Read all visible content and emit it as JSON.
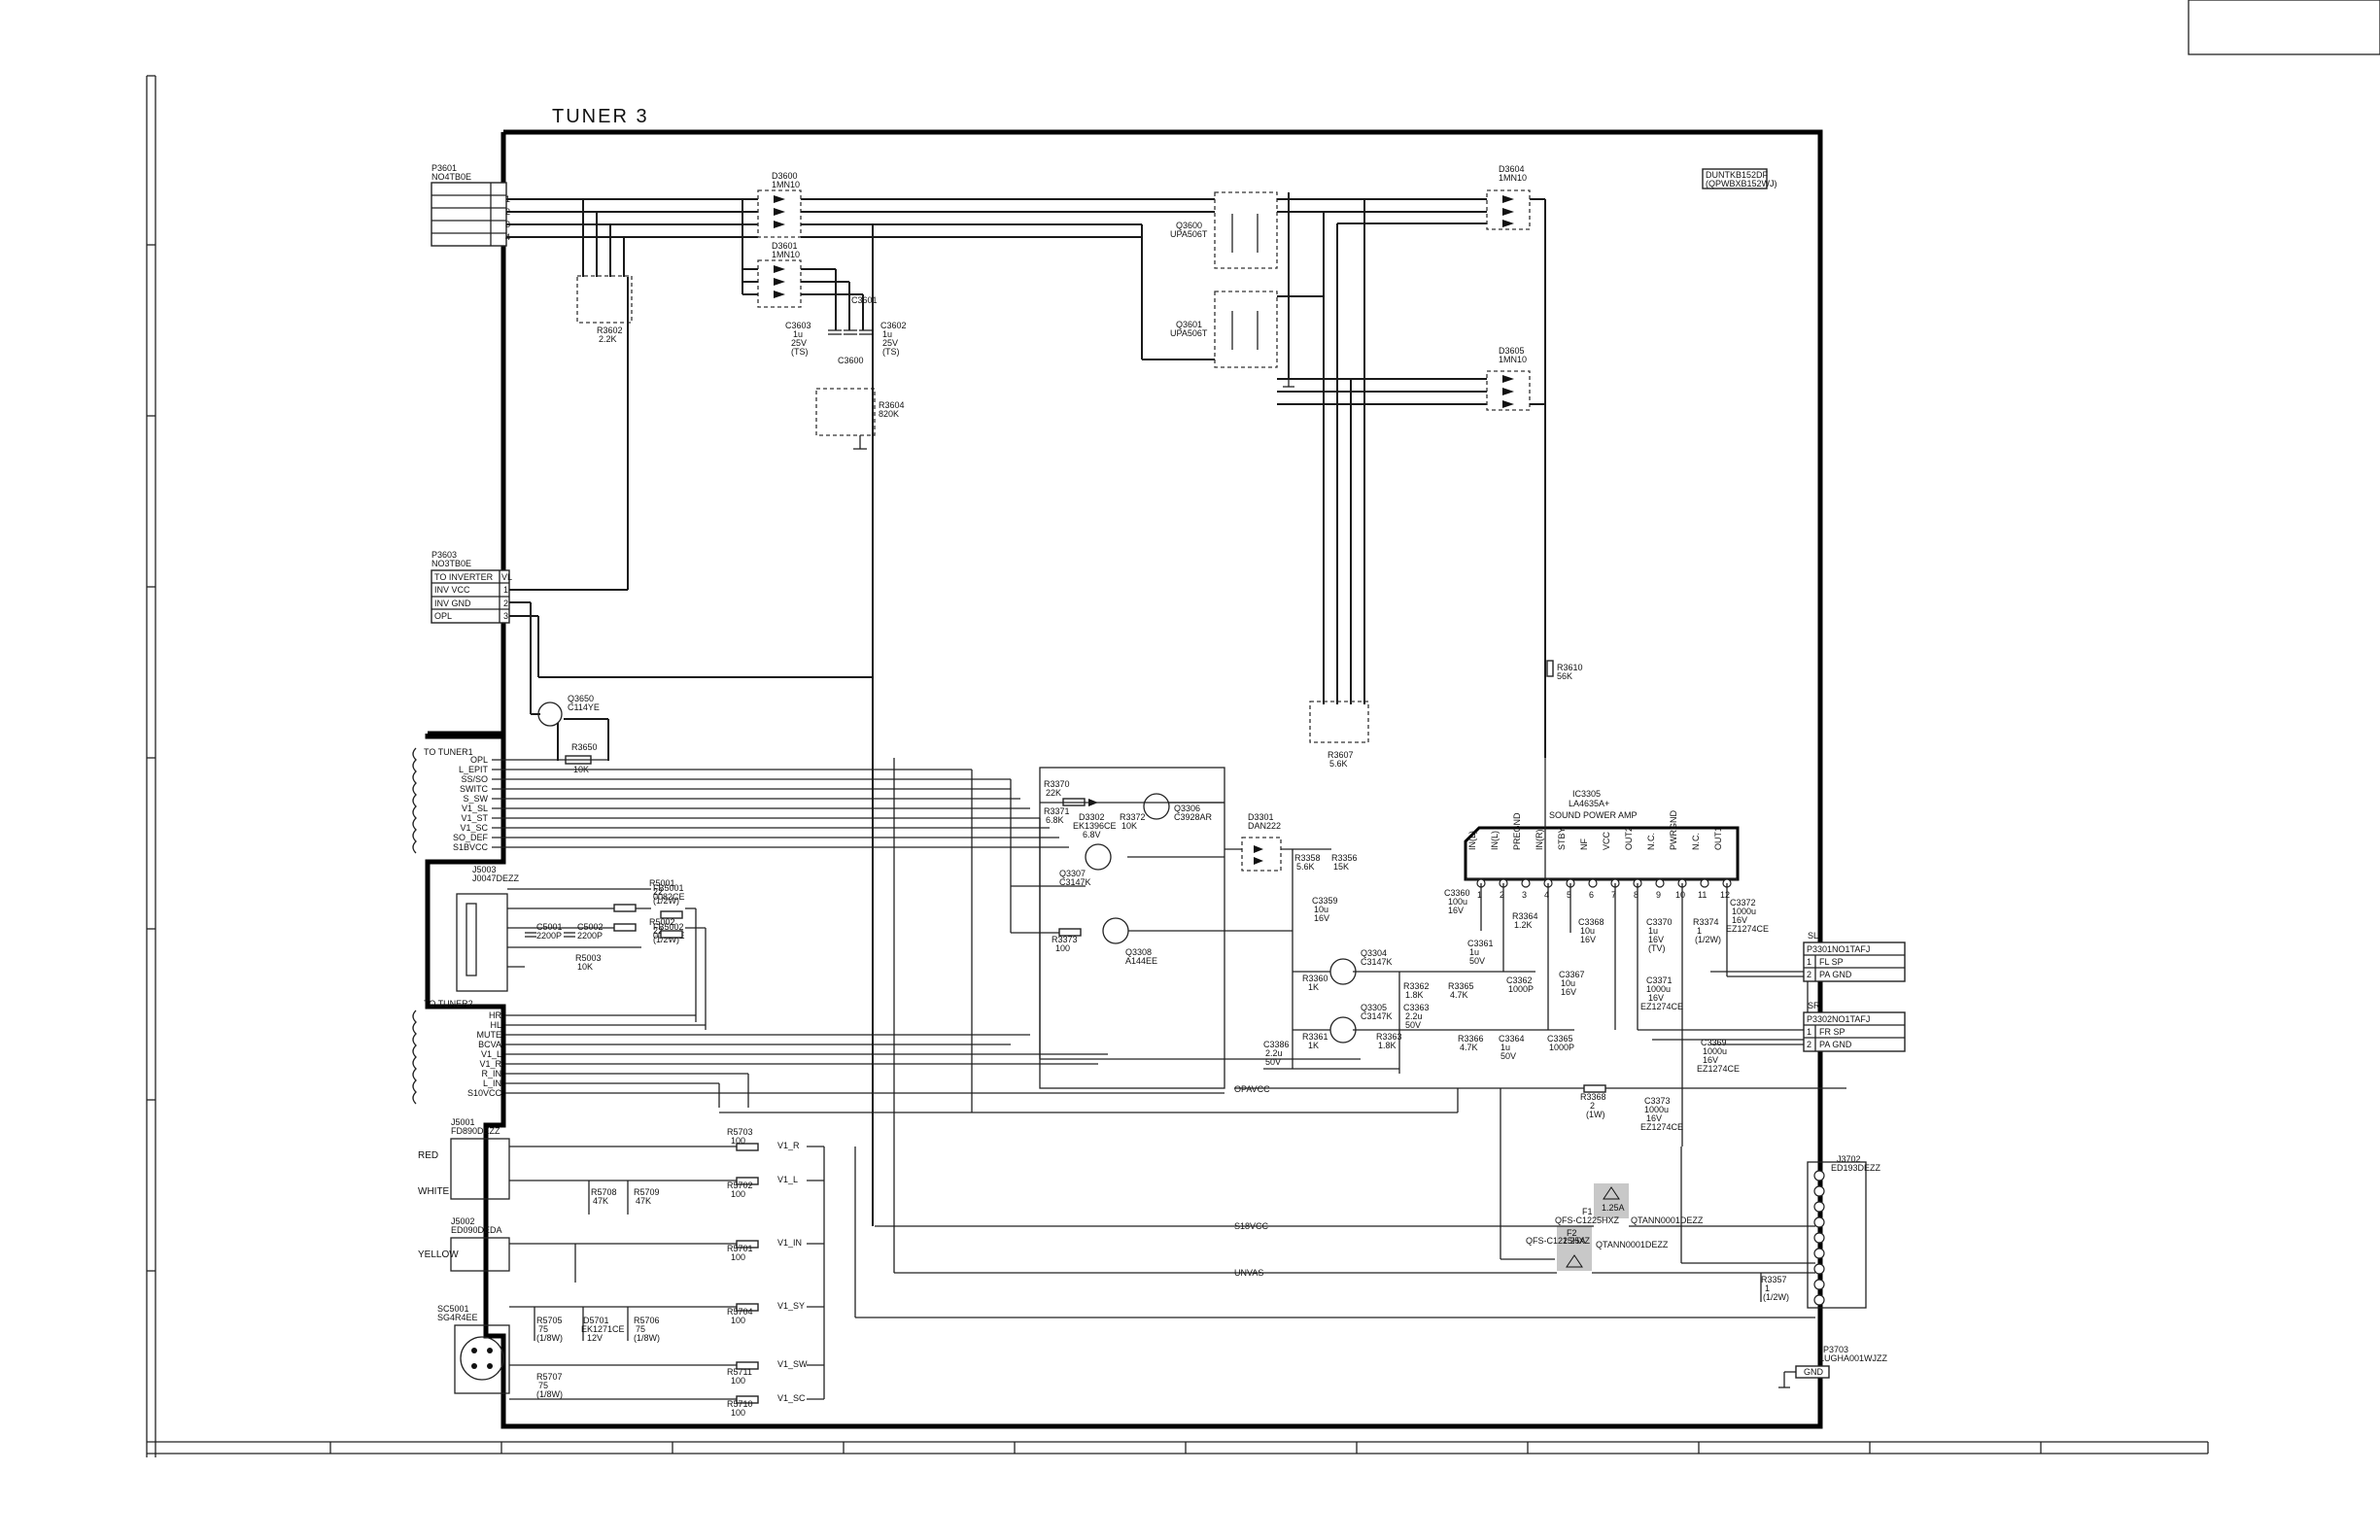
{
  "sheet": {
    "title": "TUNER 3",
    "pcb_label_1": "DUNTKB152DF",
    "pcb_label_2": "(QPWBXB152WJ)"
  },
  "connectors": {
    "p3601": {
      "ref": "P3601",
      "part": "NO4TB0E",
      "pins": [
        "1",
        "2",
        "3",
        "4"
      ]
    },
    "p3603": {
      "ref": "P3603",
      "part": "NO3TB0E",
      "rows": [
        {
          "label": "TO INVERTER",
          "pin": "VL"
        },
        {
          "label": "INV VCC",
          "pin": "1"
        },
        {
          "label": "INV GND",
          "pin": "2"
        },
        {
          "label": "OPL",
          "pin": "3"
        }
      ]
    },
    "p3301": {
      "ref": "P3301",
      "part": "NO1TAFJ",
      "side": "SL",
      "rows": [
        {
          "pin": "1",
          "label": "FL SP"
        },
        {
          "pin": "2",
          "label": "PA GND"
        }
      ]
    },
    "p3302": {
      "ref": "P3302",
      "part": "NO1TAFJ",
      "side": "SR",
      "rows": [
        {
          "pin": "1",
          "label": "FR SP"
        },
        {
          "pin": "2",
          "label": "PA GND"
        }
      ]
    },
    "j3702": {
      "ref": "J3702",
      "part": "ED193DEZZ"
    },
    "p3703": {
      "ref": "P3703",
      "part": "LUGHA001WJZZ",
      "label": "GND"
    },
    "j5001": {
      "ref": "J5001",
      "part": "FD890DEZZ"
    },
    "j5002": {
      "ref": "J5002",
      "part": "ED090DEDA"
    },
    "j5003": {
      "ref": "J5003",
      "part": "J0047DEZZ"
    },
    "sc5001": {
      "ref": "SC5001",
      "part": "SG4R4EE"
    }
  },
  "tuner1": {
    "title": "TO TUNER1",
    "signals": [
      "OPL",
      "L_EPIT",
      "SS/SO",
      "SWITC",
      "S_SW",
      "V1_SL",
      "V1_ST",
      "V1_SC",
      "SO_DEF",
      "S1BVCC"
    ]
  },
  "tuner2": {
    "title": "TO TUNER2",
    "signals": [
      "HR",
      "HL",
      "MUTE",
      "BCVA",
      "V1_L",
      "V1_R",
      "R_IN",
      "L_IN",
      "S10VCC"
    ]
  },
  "av_inputs": {
    "red": "RED",
    "white": "WHITE",
    "yellow": "YELLOW"
  },
  "parts": {
    "d3600": {
      "ref": "D3600",
      "val": "1MN10"
    },
    "d3601": {
      "ref": "D3601",
      "val": "1MN10"
    },
    "d3604": {
      "ref": "D3604",
      "val": "1MN10"
    },
    "d3605": {
      "ref": "D3605",
      "val": "1MN10"
    },
    "q3600": {
      "ref": "Q3600",
      "val": "UPA506T"
    },
    "q3601": {
      "ref": "Q3601",
      "val": "UPA506T"
    },
    "r3602": {
      "ref": "R3602",
      "val": "2.2K"
    },
    "r3604": {
      "ref": "R3604",
      "val": "820K"
    },
    "r3607": {
      "ref": "R3607",
      "val": "5.6K"
    },
    "r3610": {
      "ref": "R3610",
      "val": "56K"
    },
    "c3603": {
      "ref": "C3603",
      "v1": "1u",
      "v2": "25V",
      "v3": "(TS)"
    },
    "c3602": {
      "ref": "C3602",
      "v1": "1u",
      "v2": "25V",
      "v3": "(TS)"
    },
    "c3601": {
      "ref": "C3601"
    },
    "c3600": {
      "ref": "C3600"
    },
    "q3650": {
      "ref": "Q3650",
      "val": "C114YE"
    },
    "r3650": {
      "ref": "R3650",
      "val": "10K"
    },
    "r3370": {
      "ref": "R3370",
      "val": "22K"
    },
    "r3371": {
      "ref": "R3371",
      "val": "6.8K"
    },
    "d3302": {
      "ref": "D3302",
      "val": "EK1396CE",
      "v2": "6.8V"
    },
    "r3372": {
      "ref": "R3372",
      "val": "10K"
    },
    "q3306": {
      "ref": "Q3306",
      "val": "C3928AR"
    },
    "q3307": {
      "ref": "Q3307",
      "val": "C3147K"
    },
    "q3308": {
      "ref": "Q3308",
      "val": "A144EE"
    },
    "r3373": {
      "ref": "R3373",
      "val": "100"
    },
    "d3301": {
      "ref": "D3301",
      "val": "DAN222"
    },
    "r3358": {
      "ref": "R3358",
      "val": "5.6K"
    },
    "r3356": {
      "ref": "R3356",
      "val": "15K"
    },
    "c3359": {
      "ref": "C3359",
      "v1": "10u",
      "v2": "16V"
    },
    "q3304": {
      "ref": "Q3304",
      "val": "C3147K"
    },
    "q3305": {
      "ref": "Q3305",
      "val": "C3147K"
    },
    "r3360": {
      "ref": "R3360",
      "val": "1K"
    },
    "r3361": {
      "ref": "R3361",
      "val": "1K"
    },
    "r3362": {
      "ref": "R3362",
      "val": "1.8K"
    },
    "r3363": {
      "ref": "R3363",
      "val": "1.8K"
    },
    "r3365": {
      "ref": "R3365",
      "val": "4.7K"
    },
    "r3366": {
      "ref": "R3366",
      "val": "4.7K"
    },
    "c3363": {
      "ref": "C3363",
      "v1": "2.2u",
      "v2": "50V"
    },
    "c3361": {
      "ref": "C3361",
      "v1": "1u",
      "v2": "50V"
    },
    "c3362": {
      "ref": "C3362",
      "v1": "1000P"
    },
    "c3364": {
      "ref": "C3364",
      "v1": "1u",
      "v2": "50V"
    },
    "c3365": {
      "ref": "C3365",
      "v1": "1000P"
    },
    "c3386": {
      "ref": "C3386",
      "v1": "2.2u",
      "v2": "50V"
    },
    "c3360": {
      "ref": "C3360",
      "v1": "100u",
      "v2": "16V"
    },
    "r3364": {
      "ref": "R3364",
      "val": "1.2K"
    },
    "c3368": {
      "ref": "C3368",
      "v1": "10u",
      "v2": "16V"
    },
    "c3367": {
      "ref": "C3367",
      "v1": "10u",
      "v2": "16V"
    },
    "c3370": {
      "ref": "C3370",
      "v1": "1u",
      "v2": "16V",
      "v3": "(TV)"
    },
    "c3371": {
      "ref": "C3371",
      "v1": "1000u",
      "v2": "16V",
      "v3": "EZ1274CE"
    },
    "r3374": {
      "ref": "R3374",
      "val": "1",
      "v2": "(1/2W)"
    },
    "c3372": {
      "ref": "C3372",
      "v1": "1000u",
      "v2": "16V",
      "v3": "EZ1274CE"
    },
    "c3369": {
      "ref": "C3369",
      "v1": "1000u",
      "v2": "16V",
      "v3": "EZ1274CE"
    },
    "c3373": {
      "ref": "C3373",
      "v1": "1000u",
      "v2": "16V",
      "v3": "EZ1274CE"
    },
    "r3368": {
      "ref": "R3368",
      "val": "2",
      "v2": "(1W)"
    },
    "r3357": {
      "ref": "R3357",
      "val": "1",
      "v2": "(1/2W)"
    },
    "f1": {
      "ref": "F1",
      "val": "1.25A",
      "part": "QFS-C1225HXZ",
      "holder": "QTANN0001DEZZ"
    },
    "f2": {
      "ref": "F2",
      "val": "1.25A",
      "part": "QFS-C1225HXZ",
      "holder": "QTANN0001DEZZ"
    },
    "r5701": {
      "ref": "R5701",
      "val": "100"
    },
    "r5702": {
      "ref": "R5702",
      "val": "100"
    },
    "r5703": {
      "ref": "R5703",
      "val": "100"
    },
    "r5704": {
      "ref": "R5704",
      "val": "100"
    },
    "r5710": {
      "ref": "R5710",
      "val": "100"
    },
    "r5711": {
      "ref": "R5711",
      "val": "100"
    },
    "r5708": {
      "ref": "R5708",
      "val": "47K"
    },
    "r5709": {
      "ref": "R5709",
      "val": "47K"
    },
    "r5705": {
      "ref": "R5705",
      "val": "75",
      "v2": "(1/8W)"
    },
    "r5706": {
      "ref": "R5706",
      "val": "75",
      "v2": "(1/8W)"
    },
    "r5707": {
      "ref": "R5707",
      "val": "75",
      "v2": "(1/8W)"
    },
    "d5701": {
      "ref": "D5701",
      "val": "EK1271CE",
      "v2": "12V"
    },
    "c5001": {
      "ref": "C5001",
      "v1": "2200P"
    },
    "c5002": {
      "ref": "C5002",
      "v1": "2200P"
    },
    "fb5001": {
      "ref": "FB5001",
      "val": "0082CE"
    },
    "fb5002": {
      "ref": "FB5002",
      "val": "0082CE"
    },
    "r5001": {
      "ref": "R5001",
      "val": "22",
      "v2": "(1/2W)"
    },
    "r5002": {
      "ref": "R5002",
      "val": "22",
      "v2": "(1/2W)"
    },
    "r5003": {
      "ref": "R5003",
      "val": "10K"
    }
  },
  "ic3305": {
    "ref": "IC3305",
    "part": "LA4635A+",
    "desc": "SOUND POWER AMP",
    "pins": [
      {
        "n": "1",
        "name": "IN(L)"
      },
      {
        "n": "2",
        "name": "IN(L)"
      },
      {
        "n": "3",
        "name": "PREGND"
      },
      {
        "n": "4",
        "name": "IN(R)"
      },
      {
        "n": "5",
        "name": "STBY"
      },
      {
        "n": "6",
        "name": "NF"
      },
      {
        "n": "7",
        "name": "VCC"
      },
      {
        "n": "8",
        "name": "OUT2"
      },
      {
        "n": "9",
        "name": "N.C."
      },
      {
        "n": "10",
        "name": "PWRGND"
      },
      {
        "n": "11",
        "name": "N.C."
      },
      {
        "n": "12",
        "name": "OUT1"
      }
    ]
  },
  "nets": {
    "opavcc": "OPAVCC",
    "s18vcc": "S18VCC",
    "unvas": "UNVAS",
    "v1_r": "V1_R",
    "v1_l": "V1_L",
    "v1_in": "V1_IN",
    "v1_sy": "V1_SY",
    "v1_sw": "V1_SW",
    "v1_sc": "V1_SC"
  }
}
